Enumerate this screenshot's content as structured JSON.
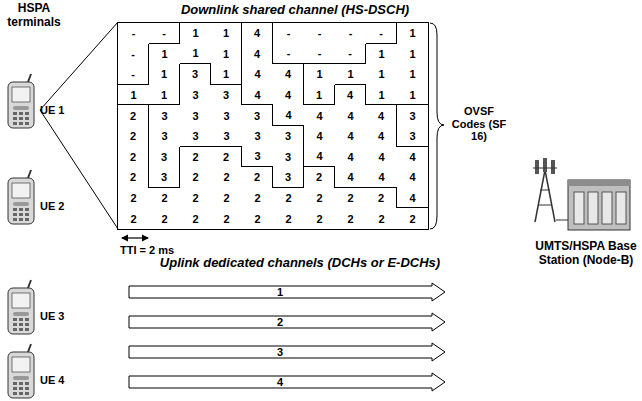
{
  "diagram": {
    "nodes": [
      {
        "text": [
          "1"
        ]
      },
      {
        "text": [
          "2"
        ]
      },
      {
        "text": [
          "3"
        ]
      },
      {
        "text": [
          "4"
        ]
      }
    ],
    "labels": [
      "HSPA terminals",
      "Downlink shared channel (HS-DSCH)",
      "-",
      "-",
      "1",
      "1",
      "4",
      "-",
      "-",
      "-",
      "-",
      "1",
      "-",
      "1",
      "1",
      "1",
      "4",
      "-",
      "-",
      "-",
      "1",
      "1",
      "-",
      "1",
      "3",
      "1",
      "4",
      "4",
      "1",
      "1",
      "1",
      "1",
      "1",
      "1",
      "3",
      "3",
      "4",
      "4",
      "1",
      "4",
      "1",
      "1",
      "2",
      "3",
      "3",
      "3",
      "3",
      "4",
      "4",
      "4",
      "4",
      "3",
      "2",
      "3",
      "3",
      "3",
      "3",
      "3",
      "4",
      "4",
      "4",
      "3",
      "2",
      "3",
      "2",
      "2",
      "3",
      "3",
      "4",
      "4",
      "4",
      "4",
      "2",
      "3",
      "2",
      "2",
      "2",
      "3",
      "2",
      "4",
      "4",
      "4",
      "2",
      "2",
      "2",
      "2",
      "2",
      "2",
      "2",
      "2",
      "2",
      "4",
      "2",
      "2",
      "2",
      "2",
      "2",
      "2",
      "2",
      "2",
      "2",
      "2",
      "OVSF Codes (SF 16)",
      "TTI = 2 ms",
      "UE 1",
      "UE 2",
      "UE 3",
      "UE 4",
      "Uplink dedicated channels (DCHs or E-DCHs)",
      "UMTS/HSPA Base Station (Node-B)"
    ]
  }
}
